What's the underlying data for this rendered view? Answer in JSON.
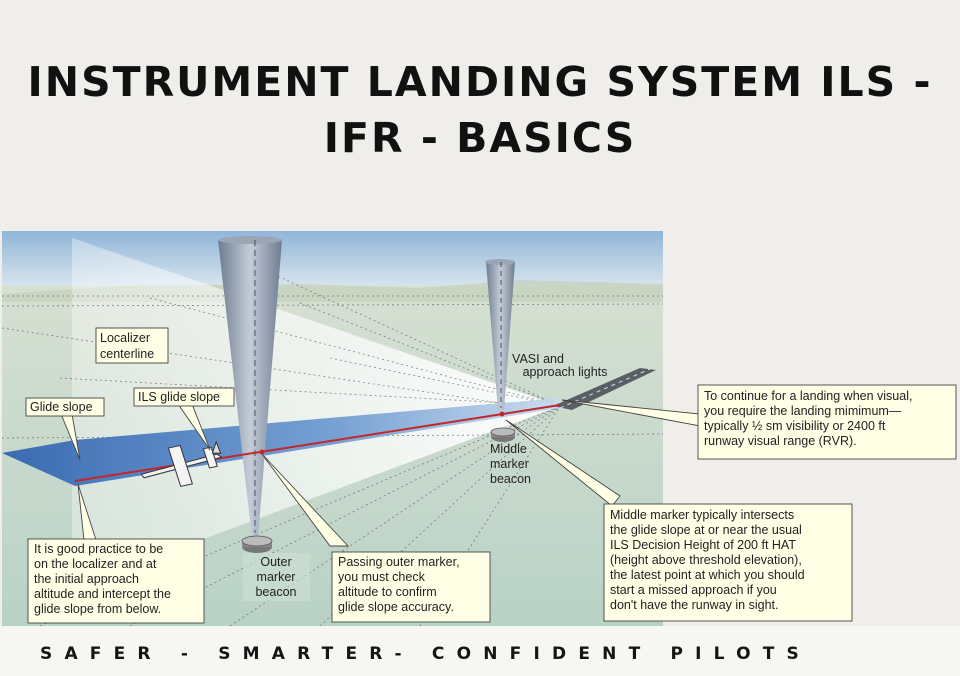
{
  "title": {
    "line1": "INSTRUMENT LANDING SYSTEM ILS -",
    "line2": "IFR - BASICS"
  },
  "diagram": {
    "localizer_centerline": [
      "Localizer",
      "centerline"
    ],
    "glide_slope": [
      "Glide slope"
    ],
    "ils_glide_slope": [
      "ILS glide slope"
    ],
    "vasi": [
      "VASI and",
      "approach lights"
    ],
    "middle_marker": [
      "Middle",
      "marker",
      "beacon"
    ],
    "outer_marker": [
      "Outer",
      "marker",
      "beacon"
    ],
    "note_landing": [
      "To continue for a landing when visual,",
      "you require the landing mimimum—",
      "typically ½ sm visibility or 2400 ft",
      "runway visual range (RVR)."
    ],
    "note_good_practice": [
      "It is good practice to be",
      "on the localizer and at",
      "the initial approach",
      "altitude and intercept the",
      "glide slope from below."
    ],
    "note_outer": [
      "Passing outer marker,",
      "you must check",
      "altitude to confirm",
      "glide slope accuracy."
    ],
    "note_middle": [
      "Middle marker typically intersects",
      "the glide slope at or near the usual",
      "ILS Decision Height of 200 ft HAT",
      "(height above threshold elevation),",
      "the latest point at which you should",
      "start a missed approach if you",
      "don't have the runway in sight."
    ]
  },
  "footer": {
    "tagline": "SAFER - SMARTER- CONFIDENT PILOTS"
  },
  "colors": {
    "sky": "#9fc1de",
    "ground": "#c9d9cd",
    "localizer_plane": "#ffffff",
    "glide_slope_beam": "#2f67b4",
    "glide_path_line": "#c0282b",
    "marker_cone": "#8b97aa",
    "callout_fill": "#ffffe6",
    "callout_stroke": "#444444"
  }
}
